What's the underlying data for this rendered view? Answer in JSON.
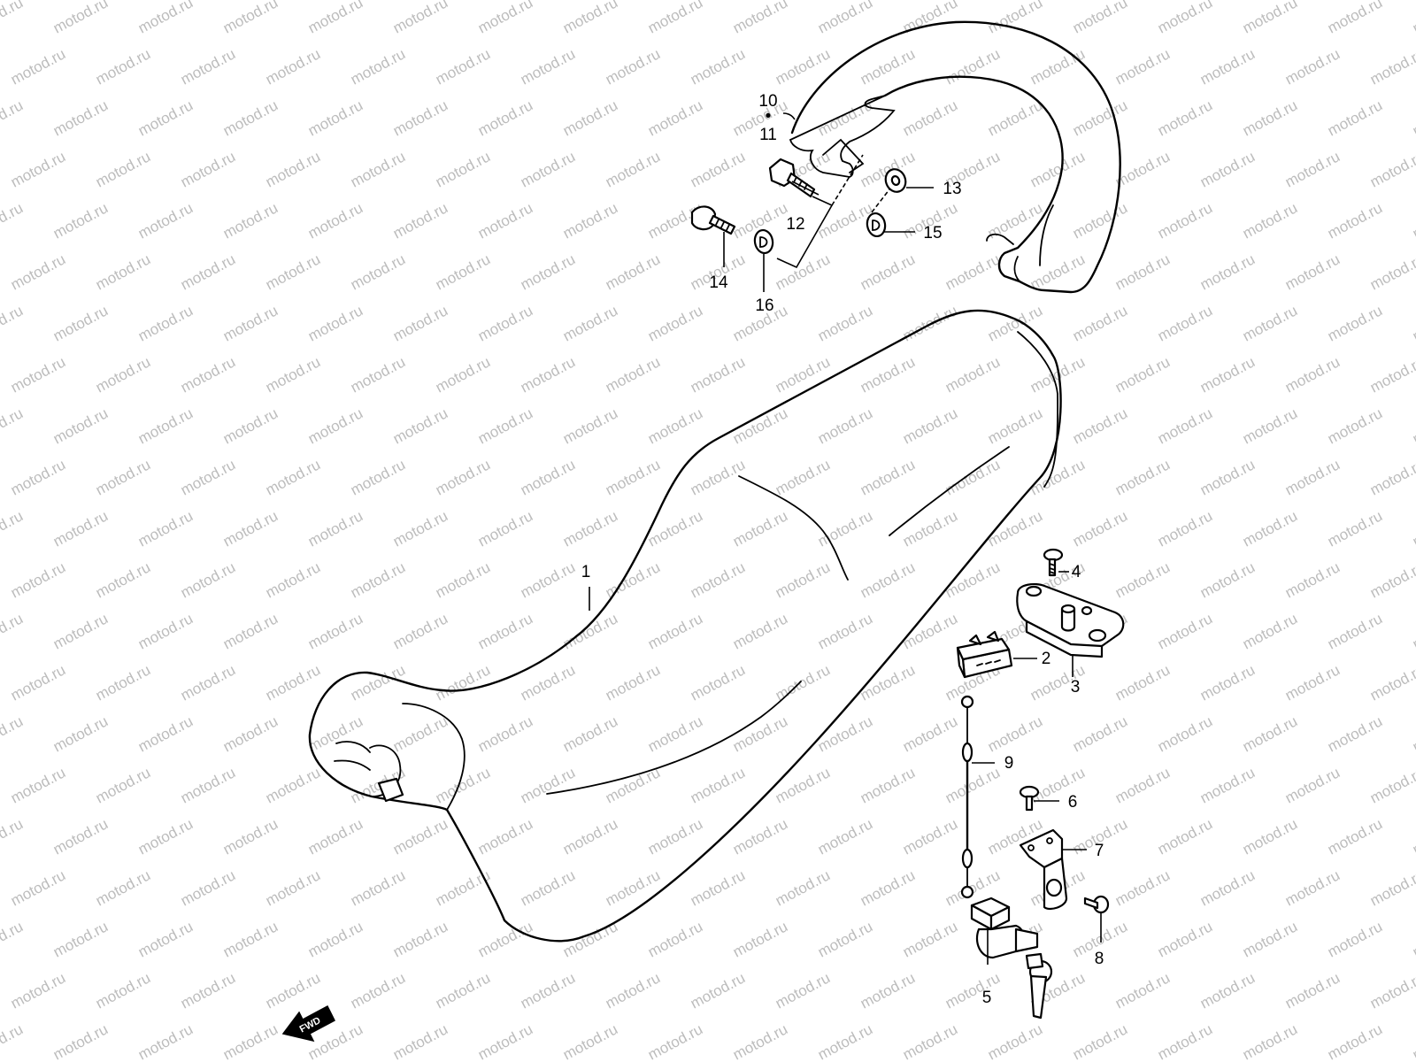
{
  "watermark": "motod.ru",
  "direction_badge": "FWD",
  "callouts": {
    "c1": "1",
    "c2": "2",
    "c3": "3",
    "c4": "4",
    "c5": "5",
    "c6": "6",
    "c7": "7",
    "c8": "8",
    "c9": "9",
    "c10": "10",
    "c11": "11",
    "c12": "12",
    "c13": "13",
    "c14": "14",
    "c15": "15",
    "c16": "16",
    "c10_11_separator": "•"
  },
  "colors": {
    "line": "#000000",
    "background": "#ffffff",
    "watermark": "#bcbcbc"
  }
}
